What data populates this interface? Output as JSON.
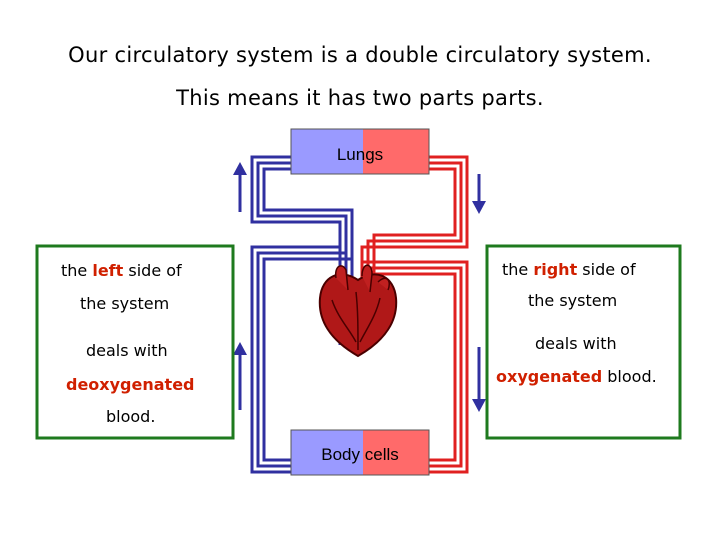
{
  "title": {
    "line1": "Our circulatory system is a double circulatory system.",
    "line2": "This means it has two parts parts."
  },
  "organs": {
    "lungs": "Lungs",
    "body_cells_a": "Body ",
    "body_cells_b": "cells"
  },
  "left_panel": {
    "line1_pre": "the ",
    "line1_key": "left",
    "line1_post": " side of",
    "line2": "the system",
    "line3": "deals with",
    "line4": "deoxygenated",
    "line5": "blood."
  },
  "right_panel": {
    "line1_pre": "the ",
    "line1_key": "right",
    "line1_post": " side of",
    "line2": "the system",
    "line3": "deals with",
    "line4_key": "oxygenated",
    "line4_post": " blood."
  },
  "colors": {
    "deoxygenated": "#3030a0",
    "oxygenated": "#e02020",
    "panel_border": "#1e7a1e",
    "organ_blue": "#9a9aff",
    "organ_red": "#ff6a6a",
    "keyword_red": "#d02000",
    "heart": "#b01818"
  },
  "icons": [
    "heart-icon",
    "arrow-up-icon",
    "arrow-down-icon"
  ]
}
